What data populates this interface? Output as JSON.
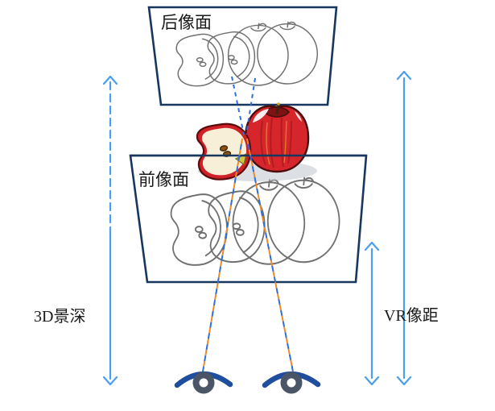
{
  "labels": {
    "rear_plane": "后像面",
    "front_plane": "前像面",
    "depth": "3D景深",
    "vr_distance": "VR像距"
  },
  "icons": {
    "left_eye": "eye-icon",
    "right_eye": "eye-icon",
    "apple": "apple-image"
  },
  "colors": {
    "plane_border": "#17375e",
    "measure_arrow": "#4a9ef2",
    "sight_blue": "#2f6fd6",
    "sight_orange": "#ed8c2b",
    "sketch_stroke": "#4d4d4d",
    "apple_red": "#d6252b",
    "apple_outline": "#4a0d0d",
    "apple_flesh": "#f8efd8",
    "eye_iris": "#4a5568",
    "eye_brow": "#1f4e9e",
    "text": "#1a1a1a"
  }
}
